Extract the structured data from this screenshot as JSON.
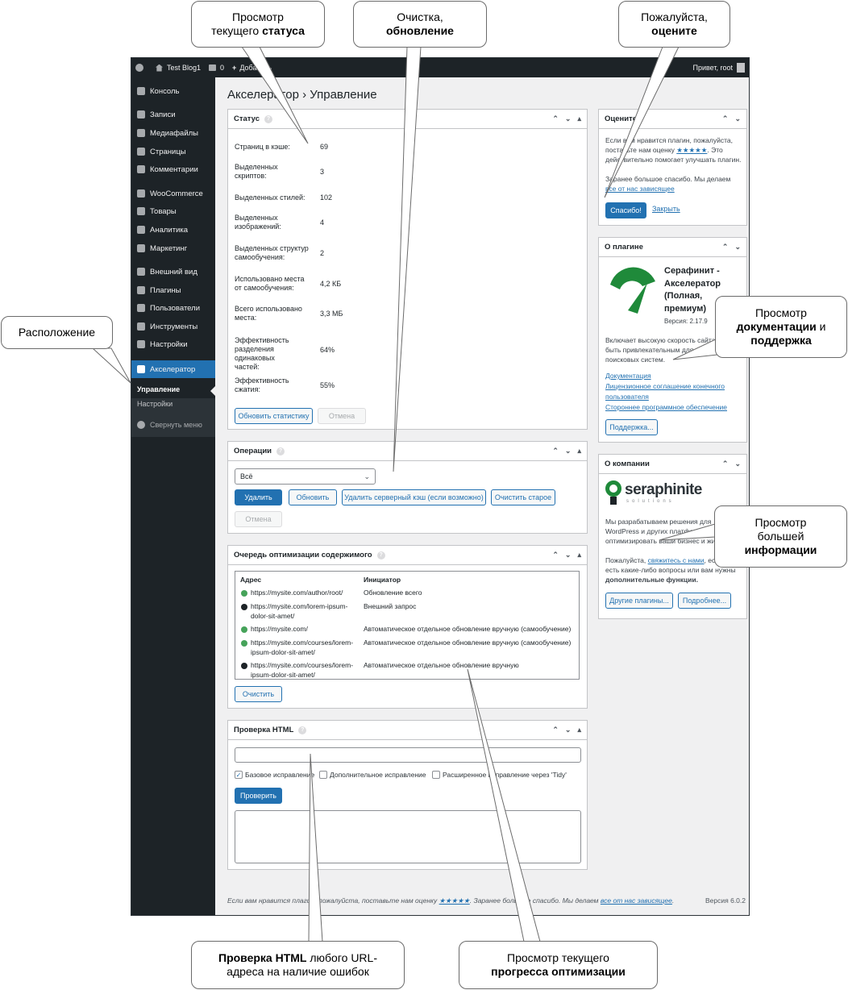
{
  "callouts": {
    "status": {
      "line1": "Просмотр",
      "line2a": "текущего ",
      "line2b": "статуса"
    },
    "clean": {
      "line1": "Очистка,",
      "line2": "обновление"
    },
    "rate": {
      "line1": "Пожалуйста,",
      "line2": "оцените"
    },
    "location": {
      "text": "Расположение"
    },
    "docs": {
      "line1": "Просмотр",
      "line2a": "документации",
      "line2b": " и",
      "line3": "поддержка"
    },
    "more": {
      "line1": "Просмотр",
      "line2": "большей",
      "line3": "информации"
    },
    "html": {
      "line1a": "Проверка HTML",
      "line1b": " любого URL-",
      "line2": "адреса на наличие ошибок"
    },
    "progress": {
      "line1": "Просмотр текущего",
      "line2": "прогресса оптимизации"
    }
  },
  "adminbar": {
    "site": "Test Blog1",
    "comments": "0",
    "add": "Добавить",
    "greeting": "Привет, root"
  },
  "sidebar": {
    "items": [
      "Консоль",
      "Записи",
      "Медиафайлы",
      "Страницы",
      "Комментарии",
      "WooCommerce",
      "Товары",
      "Аналитика",
      "Маркетинг",
      "Внешний вид",
      "Плагины",
      "Пользователи",
      "Инструменты",
      "Настройки",
      "Акселератор"
    ],
    "submenu": [
      "Управление",
      "Настройки"
    ],
    "collapse": "Свернуть меню"
  },
  "page": {
    "title": "Акселератор › Управление"
  },
  "status_box": {
    "title": "Статус",
    "rows": [
      {
        "label": "Страниц в кэше:",
        "value": "69"
      },
      {
        "label": "Выделенных скриптов:",
        "value": "3"
      },
      {
        "label": "Выделенных стилей:",
        "value": "102"
      },
      {
        "label": "Выделенных изображений:",
        "value": "4"
      },
      {
        "label": "Выделенных структур самообучения:",
        "value": "2"
      },
      {
        "label": "Использовано места от самообучения:",
        "value": "4,2 КБ"
      },
      {
        "label": "Всего использовано места:",
        "value": "3,3 МБ"
      },
      {
        "label": "Эффективность разделения одинаковых частей:",
        "value": "64%"
      },
      {
        "label": "Эффективность сжатия:",
        "value": "55%"
      }
    ],
    "update_btn": "Обновить статистику",
    "cancel_btn": "Отмена"
  },
  "ops_box": {
    "title": "Операции",
    "select": "Всё",
    "delete_btn": "Удалить",
    "refresh_btn": "Обновить",
    "server_btn": "Удалить серверный кэш (если возможно)",
    "clean_old_btn": "Очистить старое",
    "cancel_btn": "Отмена"
  },
  "queue_box": {
    "title": "Очередь оптимизации содержимого",
    "col_address": "Адрес",
    "col_initiator": "Инициатор",
    "rows": [
      {
        "url1": "https://mysite.com/author/root/",
        "url2": "",
        "init": "Обновление всего",
        "dot": "g"
      },
      {
        "url1": "https://mysite.com/lorem-ipsum-",
        "url2": "dolor-sit-amet/",
        "init": "Внешний запрос",
        "dot": "b"
      },
      {
        "url1": "https://mysite.com/",
        "url2": "",
        "init": "Автоматическое отдельное обновление вручную (самообучение)",
        "dot": "g"
      },
      {
        "url1": "https://mysite.com/courses/lorem-",
        "url2": "ipsum-dolor-sit-amet/",
        "init": "Автоматическое отдельное обновление вручную (самообучение)",
        "dot": "g"
      },
      {
        "url1": "https://mysite.com/courses/lorem-",
        "url2": "ipsum-dolor-sit-amet/",
        "init": "Автоматическое отдельное обновление вручную",
        "dot": "b"
      }
    ],
    "clear_btn": "Очистить"
  },
  "html_box": {
    "title": "Проверка HTML",
    "opt1": "Базовое исправление",
    "opt2": "Дополнительное исправление",
    "opt3": "Расширенное исправление через 'Tidy'",
    "check_btn": "Проверить"
  },
  "rate_box": {
    "title": "Оцените",
    "text1": "Если вам нравится плагин, пожалуйста,",
    "text2a": "поставьте нам оценку ",
    "stars": "★★★★★",
    "text2b": ". Это",
    "text3": "действительно помогает улучшать плагин.",
    "text4": "Заранее большое спасибо. Мы делаем",
    "link": "все от нас зависящее",
    "thanks_btn": "Спасибо!",
    "close_link": "Закрыть"
  },
  "about_box": {
    "title": "О плагине",
    "name1": "Серафинит -",
    "name2": "Акселератор",
    "name3": "(Полная,",
    "name4": "премиум)",
    "version": "Версия: 2.17.9",
    "desc1": "Включает высокую скорость сайта,",
    "desc2": "быть привлекательным для людей и",
    "desc3": "поисковых систем.",
    "links": [
      "Документация",
      "Лицензионное соглашение конечного",
      "пользователя",
      "Стороннее программное обеспечение"
    ],
    "support_btn": "Поддержка..."
  },
  "company_box": {
    "title": "О компании",
    "logo_big": "seraphinite",
    "logo_small": "solutions",
    "p1": "Мы разрабатываем решения для",
    "p2": "WordPress и других платформ, чтобы",
    "p3": "оптимизировать ваши бизнес и жизнь.",
    "p4a": "Пожалуйста, ",
    "p4link": "свяжитесь с нами",
    "p4b": ", если",
    "p5": "есть какие-либо вопросы или вам нужны",
    "p6": "дополнительные функции.",
    "plugins_btn": "Другие плагины...",
    "more_btn": "Подробнее..."
  },
  "footer": {
    "text1": "Если вам нравится плагин, пожалуйста, поставьте нам оценку ",
    "stars": "★★★★★",
    "text2": ". Заранее большое спасибо. Мы делаем ",
    "link": "все от нас зависящее",
    "text3": ".",
    "version": "Версия 6.0.2"
  },
  "colors": {
    "accent": "#2271b1",
    "sidebar": "#1d2327",
    "brand_green": "#1f8a3a"
  }
}
